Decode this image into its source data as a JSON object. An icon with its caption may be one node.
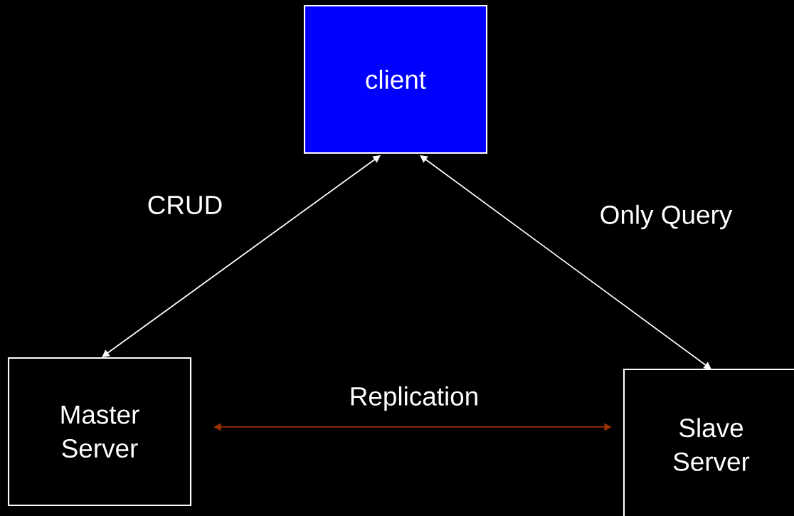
{
  "diagram": {
    "nodes": [
      {
        "text": [
          "client"
        ]
      },
      {
        "text": [
          "Master Server"
        ]
      },
      {
        "text": [
          "Slave Server"
        ]
      }
    ],
    "edges": [
      {
        "from": 0,
        "to": 1,
        "arrow": "both",
        "label": "CRUD"
      },
      {
        "from": 0,
        "to": 2,
        "arrow": "both",
        "label": "Only Query"
      },
      {
        "from": 1,
        "to": 2,
        "arrow": "both",
        "label": "Replication",
        "color": "#993300"
      }
    ]
  }
}
